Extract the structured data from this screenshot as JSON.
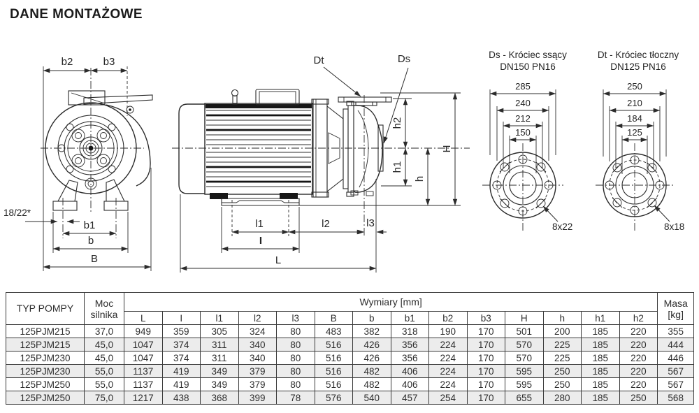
{
  "page": {
    "title": "DANE MONTAŻOWE"
  },
  "front_view": {
    "dim_b2": "b2",
    "dim_b3": "b3",
    "slot_note": "18/22*",
    "dim_b1": "b1",
    "dim_b": "b",
    "dim_B": "B"
  },
  "side_view": {
    "label_dt": "Dt",
    "label_ds": "Ds",
    "dim_h2": "h2",
    "dim_h1": "h1",
    "dim_h": "h",
    "dim_H": "H",
    "dim_l1": "l1",
    "dim_l2": "l2",
    "dim_l3": "l3",
    "dim_l": "I",
    "dim_L": "L"
  },
  "suction_flange": {
    "title": "Ds - Króciec ssący",
    "subtitle": "DN150 PN16",
    "dia_outer": "285",
    "dia_bolt": "240",
    "dia_face": "212",
    "dia_bore": "150",
    "holes": "8x22"
  },
  "discharge_flange": {
    "title": "Dt - Króciec tłoczny",
    "subtitle": "DN125 PN16",
    "dia_outer": "250",
    "dia_bolt": "210",
    "dia_face": "184",
    "dia_bore": "125",
    "holes": "8x18"
  },
  "table": {
    "col_pump_type": "TYP POMPY",
    "col_power_line1": "Moc",
    "col_power_line2": "silnika",
    "col_dimensions": "Wymiary [mm]",
    "col_mass_line1": "Masa",
    "col_mass_line2": "[kg]",
    "dim_headers": [
      "L",
      "I",
      "l1",
      "l2",
      "l3",
      "B",
      "b",
      "b1",
      "b2",
      "b3",
      "H",
      "h",
      "h1",
      "h2"
    ],
    "rows": [
      {
        "typ": "125PJM215",
        "moc": "37,0",
        "dims": [
          "949",
          "359",
          "305",
          "324",
          "80",
          "483",
          "382",
          "318",
          "190",
          "170",
          "501",
          "200",
          "185",
          "220"
        ],
        "masa": "355"
      },
      {
        "typ": "125PJM215",
        "moc": "45,0",
        "dims": [
          "1047",
          "374",
          "311",
          "340",
          "80",
          "516",
          "426",
          "356",
          "224",
          "170",
          "570",
          "225",
          "185",
          "220"
        ],
        "masa": "444"
      },
      {
        "typ": "125PJM230",
        "moc": "45,0",
        "dims": [
          "1047",
          "374",
          "311",
          "340",
          "80",
          "516",
          "426",
          "356",
          "224",
          "170",
          "570",
          "225",
          "185",
          "220"
        ],
        "masa": "446"
      },
      {
        "typ": "125PJM230",
        "moc": "55,0",
        "dims": [
          "1137",
          "419",
          "349",
          "379",
          "80",
          "516",
          "482",
          "406",
          "224",
          "170",
          "595",
          "250",
          "185",
          "220"
        ],
        "masa": "567"
      },
      {
        "typ": "125PJM250",
        "moc": "55,0",
        "dims": [
          "1137",
          "419",
          "349",
          "379",
          "80",
          "516",
          "482",
          "406",
          "224",
          "170",
          "595",
          "250",
          "185",
          "220"
        ],
        "masa": "567"
      },
      {
        "typ": "125PJM250",
        "moc": "75,0",
        "dims": [
          "1217",
          "438",
          "368",
          "399",
          "78",
          "576",
          "540",
          "457",
          "254",
          "170",
          "655",
          "280",
          "185",
          "250"
        ],
        "masa": "568"
      }
    ]
  }
}
